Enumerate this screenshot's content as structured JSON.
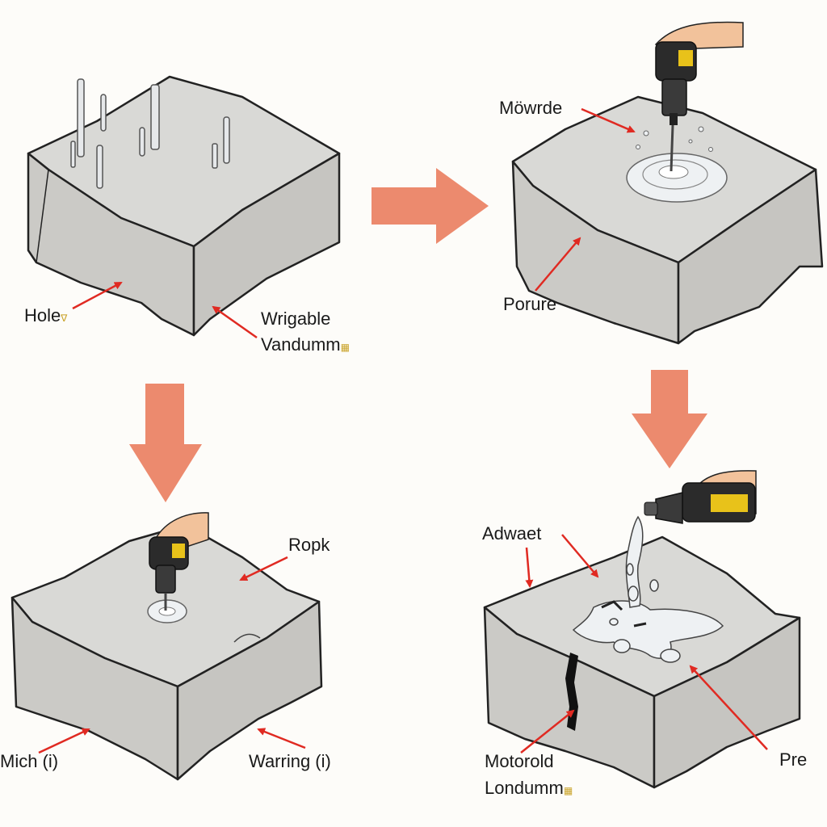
{
  "colors": {
    "background": "#fdfcf9",
    "block_top": "#d9d9d6",
    "block_side": "#cbcac6",
    "outline": "#222222",
    "flow_arrow": "#ec8a6e",
    "pointer_arrow": "#e02a22",
    "tool_body": "#2b2b2b",
    "tool_label": "#e8c21a",
    "skin": "#f2c29b",
    "liquid": "#eef1f3"
  },
  "panels": [
    {
      "id": "top-left",
      "labels": {
        "left": "Hole",
        "right_line1": "Wrigable",
        "right_line2": "Vandumm"
      }
    },
    {
      "id": "top-right",
      "labels": {
        "top": "Möwrde",
        "bottom": "Porure"
      }
    },
    {
      "id": "bottom-left",
      "labels": {
        "top": "Ropk",
        "left": "Mich (i)",
        "right": "Warring (i)"
      }
    },
    {
      "id": "bottom-right",
      "labels": {
        "top": "Adwaet",
        "left_line1": "Motorold",
        "left_line2": "Londumm",
        "right": "Pre"
      }
    }
  ],
  "icons": [
    "drill-icon",
    "hand-icon",
    "caulk-gun-icon",
    "flow-arrow-icon",
    "pointer-arrow-icon"
  ]
}
